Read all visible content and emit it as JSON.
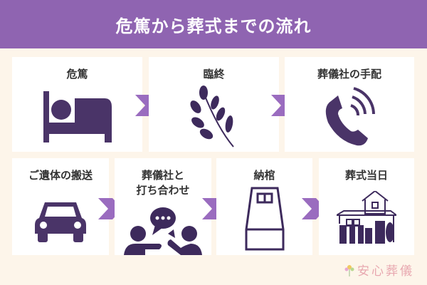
{
  "title": "危篤から葬式までの流れ",
  "steps": [
    {
      "label": "危篤",
      "icon": "bed-icon"
    },
    {
      "label": "臨終",
      "icon": "branch-icon"
    },
    {
      "label": "葬儀社の手配",
      "icon": "phone-icon"
    },
    {
      "label": "ご遺体の搬送",
      "icon": "car-icon"
    },
    {
      "label_line1": "葬儀社と",
      "label_line2": "打ち合わせ",
      "icon": "meeting-icon"
    },
    {
      "label": "納棺",
      "icon": "coffin-icon"
    },
    {
      "label": "葬式当日",
      "icon": "funeral-hall-icon"
    }
  ],
  "logo": "安心葬儀",
  "colors": {
    "header": "#8f64b1",
    "arrow": "#9a6cbf",
    "icon": "#4a3468",
    "background": "#fdf5ea"
  }
}
